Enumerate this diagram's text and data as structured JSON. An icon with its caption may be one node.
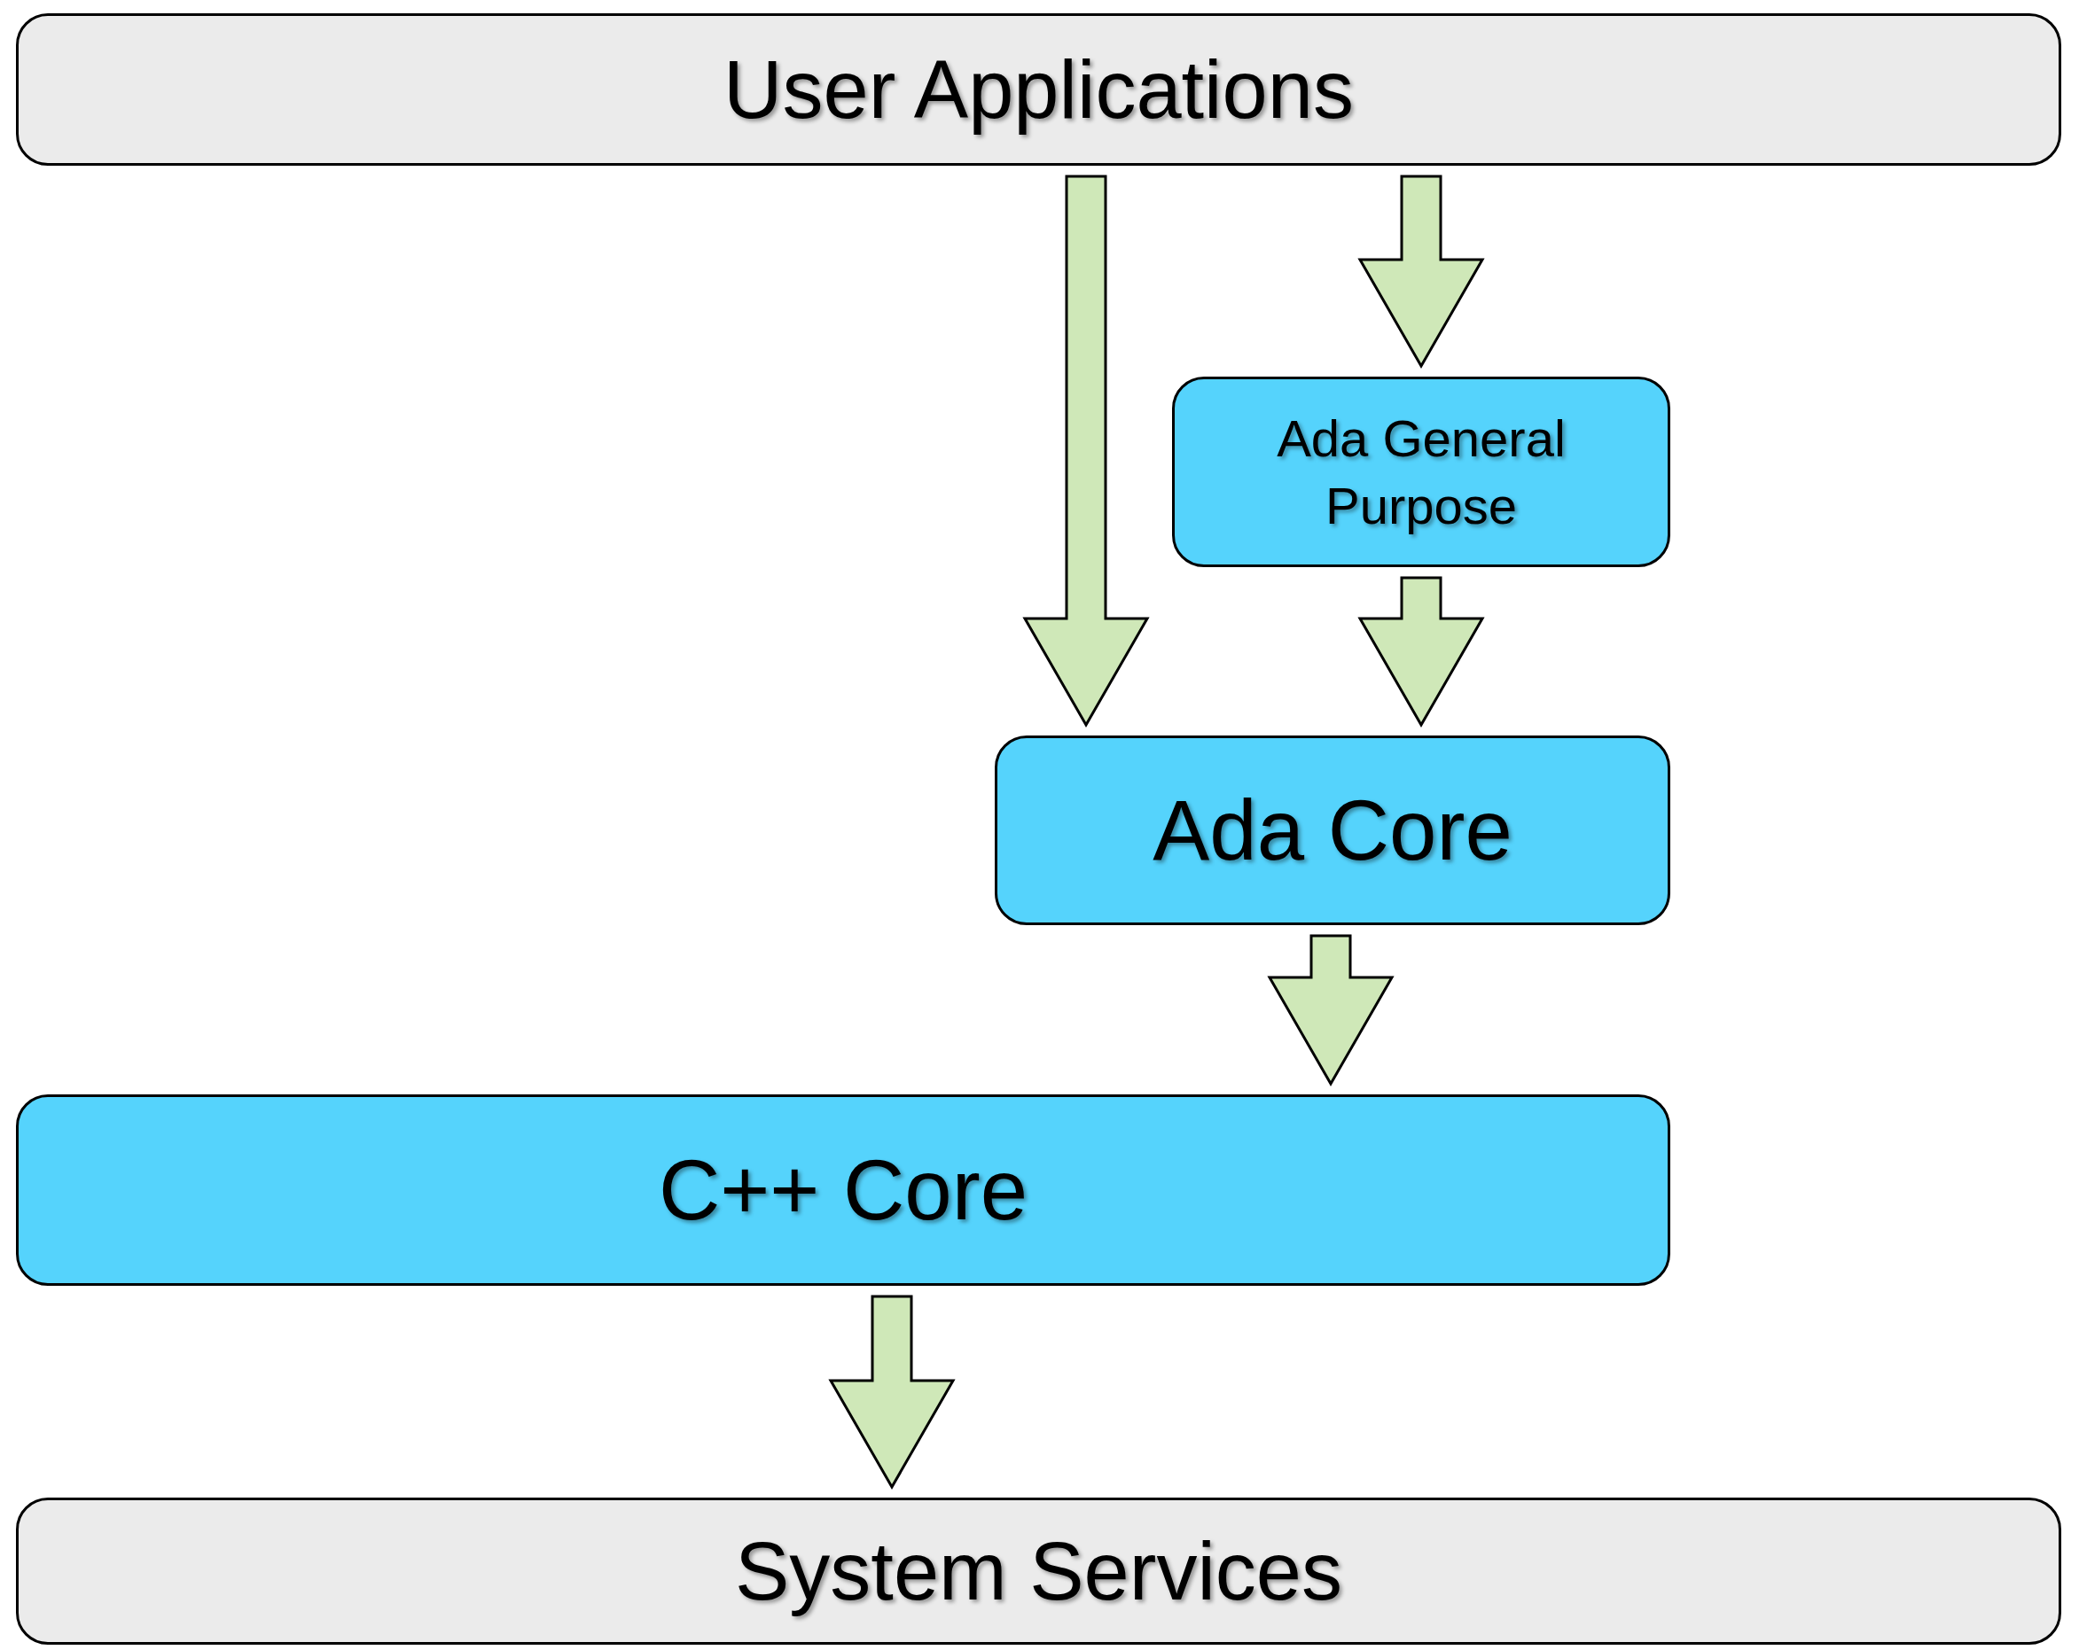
{
  "diagram": {
    "nodes": [
      {
        "text": [
          "User Applications"
        ]
      },
      {
        "text": [
          "Ada General Purpose"
        ]
      },
      {
        "text": [
          "Ada Core"
        ]
      },
      {
        "text": [
          "C++ Core"
        ]
      },
      {
        "text": [
          "System Services"
        ]
      }
    ],
    "edges": [
      {
        "from": 0,
        "to": 2,
        "arrow": "to"
      },
      {
        "from": 0,
        "to": 1,
        "arrow": "to"
      },
      {
        "from": 1,
        "to": 2,
        "arrow": "to"
      },
      {
        "from": 2,
        "to": 3,
        "arrow": "to"
      },
      {
        "from": 3,
        "to": 4,
        "arrow": "to"
      }
    ]
  }
}
